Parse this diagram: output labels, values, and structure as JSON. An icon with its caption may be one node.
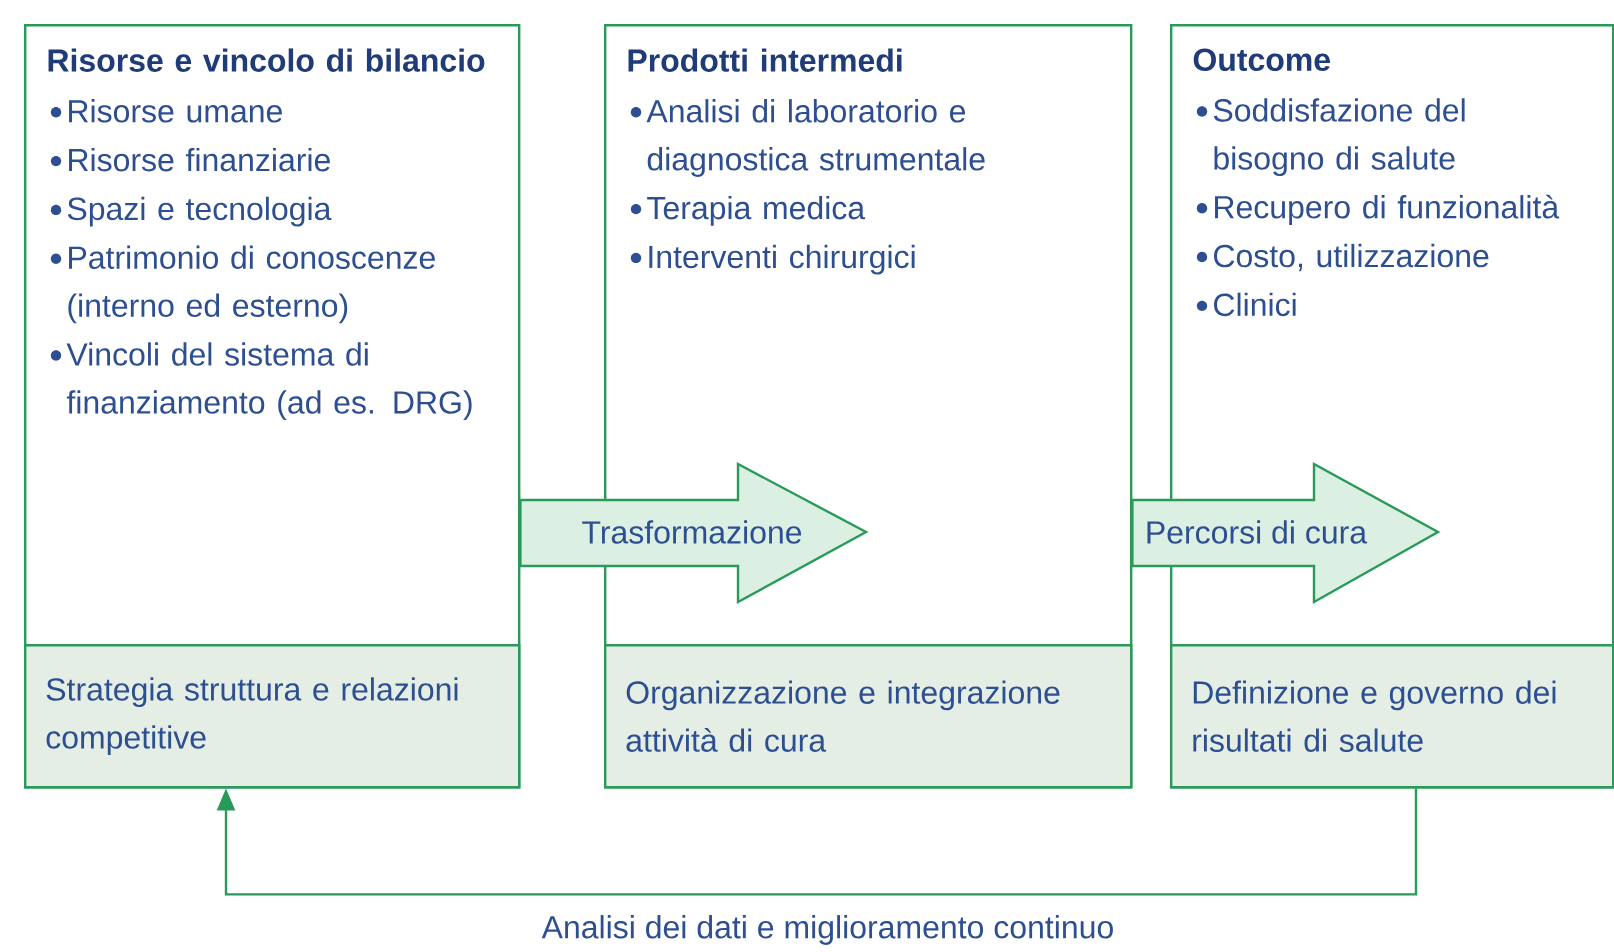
{
  "diagram": {
    "nodes": [
      {
        "text": [
          "Risorse e vincolo di bilancio",
          "Risorse umane",
          "Risorse finanziarie",
          "Spazi e tecnologia",
          "Patrimonio di conoscenze (interno ed esterno)",
          "Vincoli del sistema di finanziamento (ad es. DRG)"
        ]
      },
      {
        "text": [
          "Strategia struttura e relazioni competitive"
        ],
        "in": 0
      },
      {
        "text": [
          "Prodotti intermedi",
          "Analisi di laboratorio e diagnostica strumentale",
          "Terapia medica",
          "Interventi chirurgici"
        ]
      },
      {
        "text": [
          "Organizzazione e integrazione attività di cura"
        ],
        "in": 2
      },
      {
        "text": [
          "Outcome",
          "Soddisfazione del bisogno di salute",
          "Recupero di funzionalità",
          "Costo, utilizzazione",
          "Clinici"
        ]
      },
      {
        "text": [
          "Definizione e governo dei risultati di salute"
        ],
        "in": 4
      }
    ],
    "edges": [
      {
        "from": 0,
        "to": 2,
        "arrow": "to",
        "label": "Trasformazione",
        "style": "thick"
      },
      {
        "from": 2,
        "to": 4,
        "arrow": "to",
        "label": "Percorsi di cura",
        "style": "thick"
      },
      {
        "from": 4,
        "to": 0,
        "arrow": "to",
        "label": "Analisi dei dati e miglioramento continuo"
      }
    ]
  }
}
